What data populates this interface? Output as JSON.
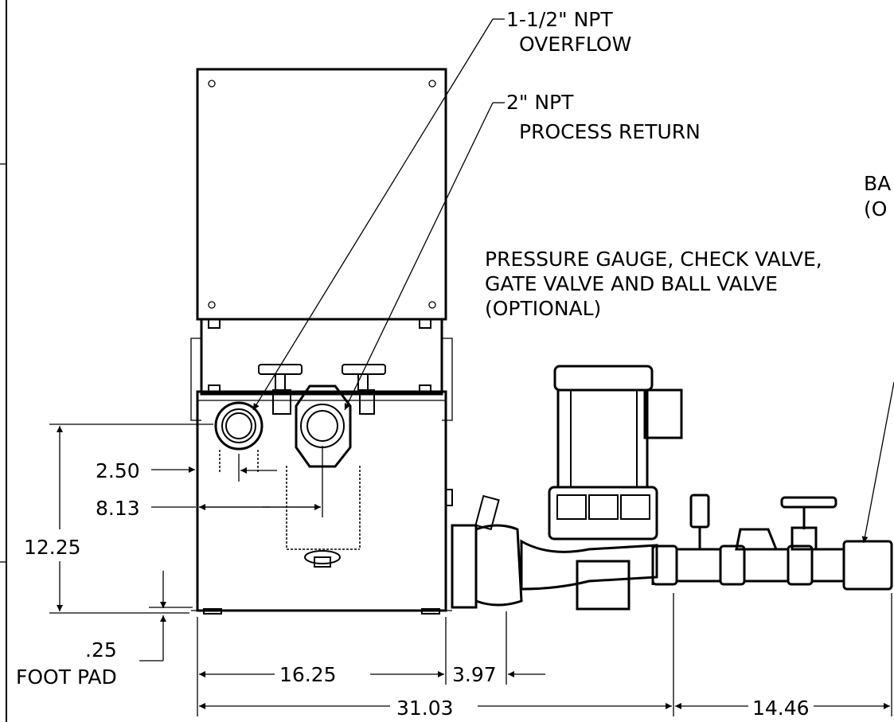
{
  "callouts": {
    "overflow": {
      "line1": "1-1/2\" NPT",
      "line2": "OVERFLOW"
    },
    "process_return": {
      "line1": "2\" NPT",
      "line2": "PROCESS RETURN"
    },
    "accessories": {
      "line1": "PRESSURE GAUGE, CHECK VALVE,",
      "line2": "GATE VALVE AND BALL VALVE",
      "line3": "(OPTIONAL)"
    },
    "cut_off_right": {
      "line1": "BA",
      "line2": "(O"
    }
  },
  "dimensions": {
    "d_2_50": "2.50",
    "d_8_13": "8.13",
    "d_12_25": "12.25",
    "d_foot_pad_value": ".25",
    "d_foot_pad_label": "FOOT PAD",
    "d_16_25": "16.25",
    "d_3_97": "3.97",
    "d_31_03": "31.03",
    "d_14_46": "14.46"
  }
}
